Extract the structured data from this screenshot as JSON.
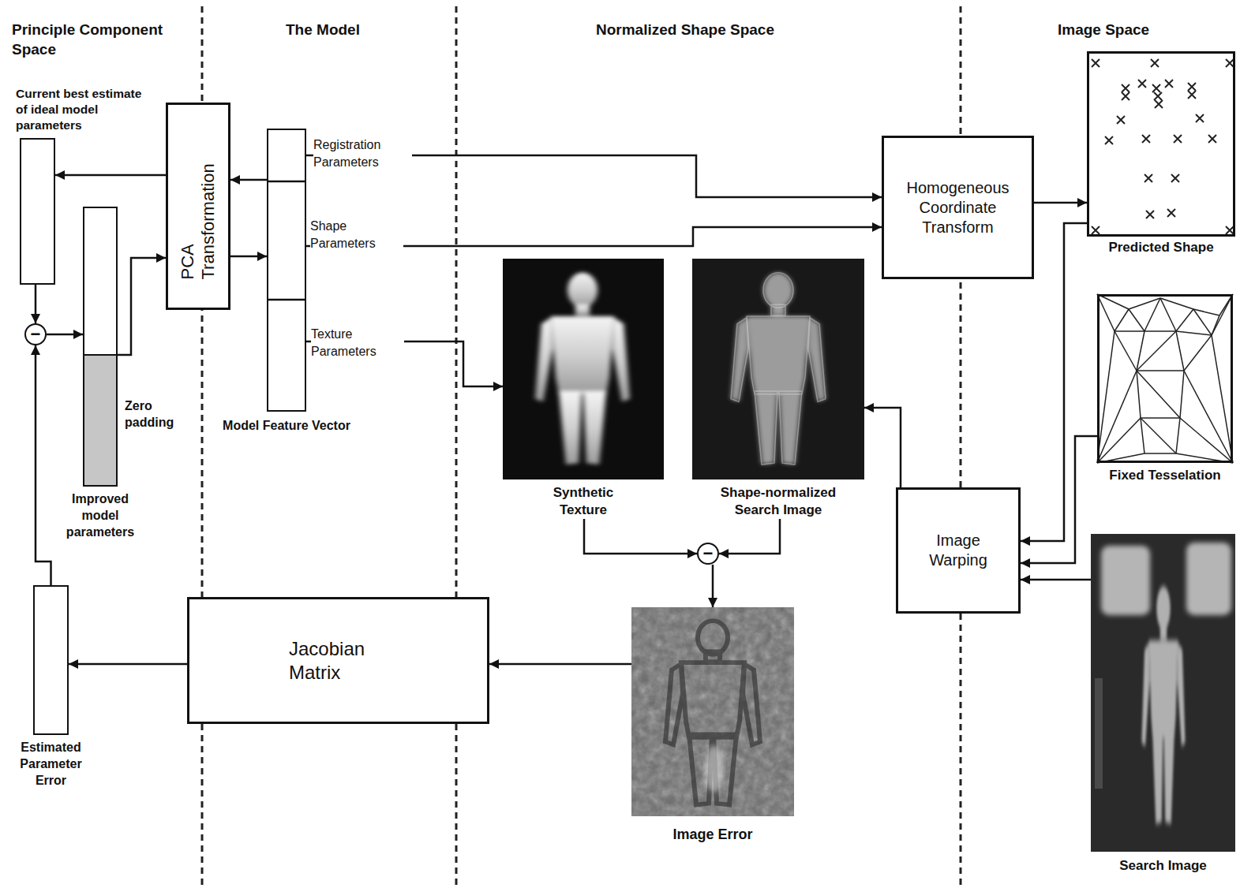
{
  "diagram": {
    "nodes": [
      {
        "text": [
          "Current best estimate of ideal model parameters"
        ]
      },
      {
        "text": [
          "Improved model parameters"
        ]
      },
      {
        "text": [
          "PCA Transformation"
        ]
      },
      {
        "text": [
          "Model Feature Vector"
        ]
      },
      {
        "text": [
          "−"
        ]
      },
      {
        "text": [
          "Homogeneous Coordinate Transform"
        ]
      },
      {
        "text": [
          "Predicted Shape"
        ]
      },
      {
        "text": [
          "Fixed Tesselation"
        ]
      },
      {
        "text": [
          "Synthetic Texture"
        ]
      },
      {
        "text": [
          "Shape-normalized Search Image"
        ]
      },
      {
        "text": [
          "Image Warping"
        ]
      },
      {
        "text": [
          "−"
        ]
      },
      {
        "text": [
          "Image Error"
        ]
      },
      {
        "text": [
          "Search Image"
        ]
      },
      {
        "text": [
          "Jacobian Matrix"
        ]
      },
      {
        "text": [
          "Estimated Parameter Error"
        ]
      }
    ],
    "edges": [
      {
        "from": 2,
        "to": 0,
        "arrow": "to"
      },
      {
        "from": 3,
        "to": 2,
        "arrow": "to"
      },
      {
        "from": 2,
        "to": 3,
        "arrow": "to"
      },
      {
        "from": 1,
        "to": 2,
        "arrow": "to"
      },
      {
        "from": 0,
        "to": 4,
        "arrow": "to"
      },
      {
        "from": 15,
        "to": 4,
        "arrow": "to"
      },
      {
        "from": 4,
        "to": 1,
        "arrow": "to"
      },
      {
        "from": 3,
        "to": 5,
        "label": "Registration Parameters",
        "arrow": "to"
      },
      {
        "from": 3,
        "to": 5,
        "label": "Shape Parameters",
        "arrow": "to"
      },
      {
        "from": 3,
        "to": 8,
        "label": "Texture Parameters",
        "arrow": "to"
      },
      {
        "from": 5,
        "to": 6,
        "arrow": "to"
      },
      {
        "from": 6,
        "to": 10,
        "arrow": "to"
      },
      {
        "from": 7,
        "to": 10,
        "arrow": "to"
      },
      {
        "from": 13,
        "to": 10,
        "arrow": "to"
      },
      {
        "from": 10,
        "to": 9,
        "arrow": "to"
      },
      {
        "from": 8,
        "to": 11,
        "arrow": "to"
      },
      {
        "from": 9,
        "to": 11,
        "arrow": "to"
      },
      {
        "from": 11,
        "to": 12,
        "arrow": "to"
      },
      {
        "from": 12,
        "to": 14,
        "arrow": "to"
      },
      {
        "from": 14,
        "to": 15,
        "arrow": "to"
      }
    ],
    "labels": [
      "Principle Component Space",
      "The Model",
      "Normalized Shape Space",
      "Image Space",
      "Zero padding"
    ]
  }
}
